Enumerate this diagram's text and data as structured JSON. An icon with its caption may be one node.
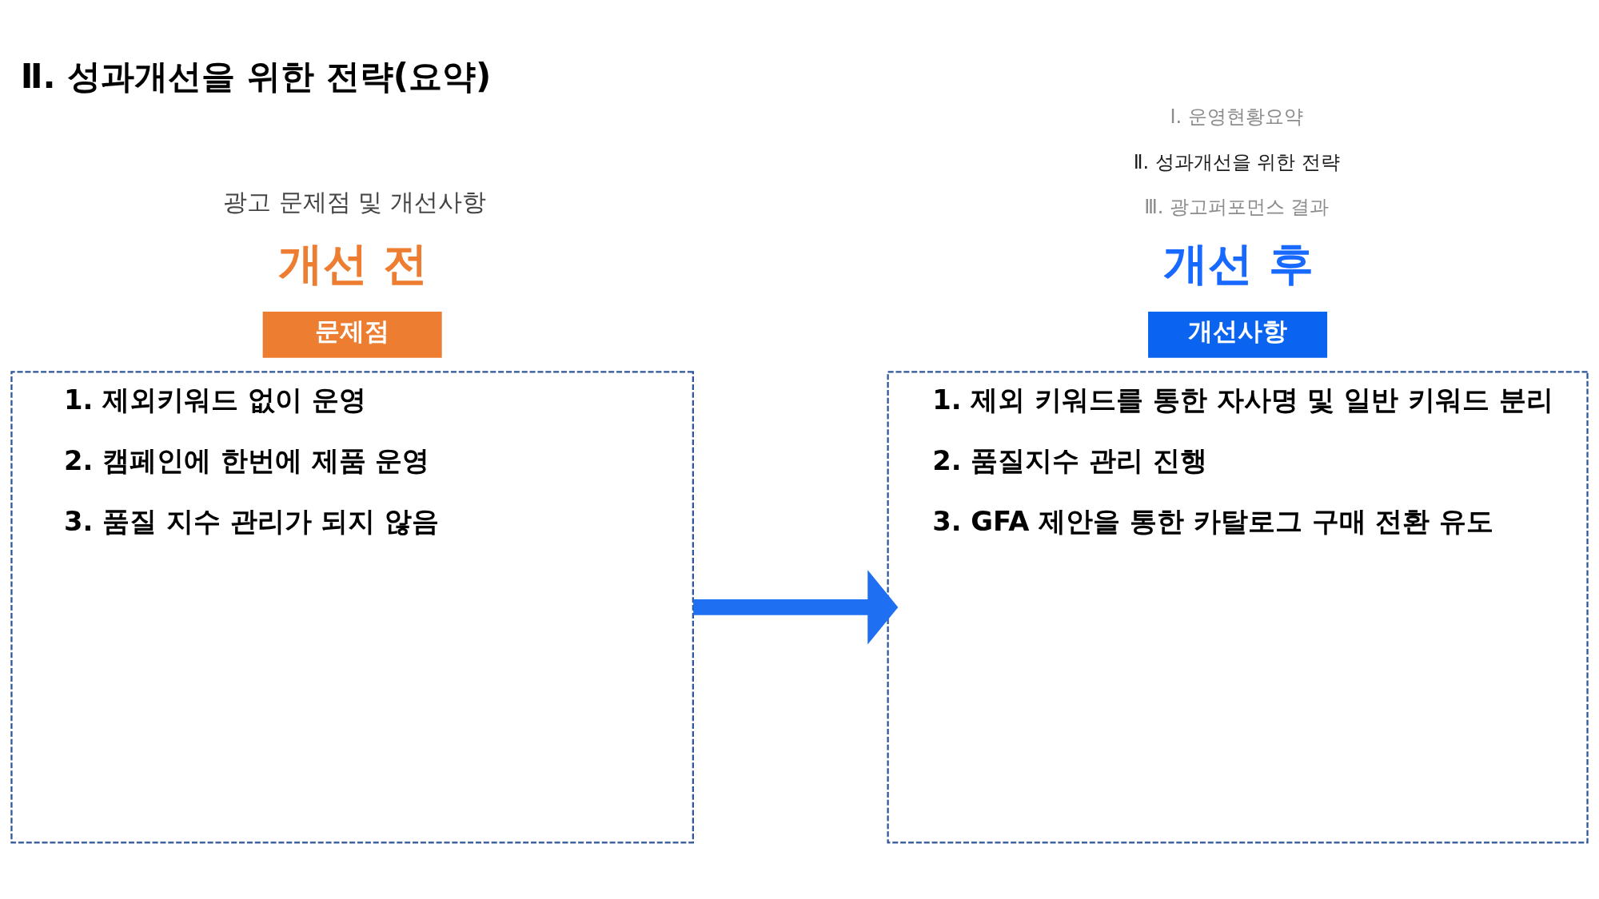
{
  "diagram": {
    "title": "Ⅱ. 성과개선을 위한 전략(요약)",
    "nodes": [
      {
        "text": [
          "1. 제외키워드 없이 운영",
          "2. 캠페인에 한번에 제품 운영",
          "3. 품질 지수 관리가 되지 않음"
        ]
      },
      {
        "text": [
          "문제점"
        ]
      },
      {
        "text": [
          "1. 제외 키워드를 통한 자사명 및 일반 키워드 분리",
          "2. 품질지수 관리 진행",
          "3. GFA 제안을 통한 카탈로그 구매 전환 유도"
        ]
      },
      {
        "text": [
          "개선사항"
        ]
      }
    ],
    "edges": [
      {
        "from": 0,
        "to": 2,
        "arrow": "to",
        "color": "#1f6ff2"
      }
    ],
    "labels": [
      "Ⅰ. 운영현황요약",
      "Ⅱ. 성과개선을 위한 전략",
      "Ⅲ. 광고퍼포먼스 결과",
      "광고 문제점 및 개선사항",
      "개선 전",
      "개선 후"
    ]
  }
}
